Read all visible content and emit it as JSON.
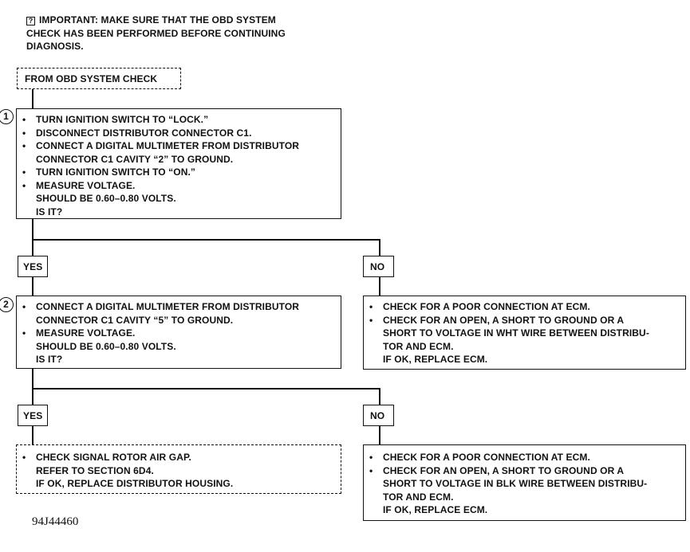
{
  "important": {
    "icon": "info-book-icon",
    "label": "IMPORTANT:",
    "line1": "MAKE SURE THAT THE OBD SYSTEM",
    "line2": "CHECK HAS BEEN PERFORMED BEFORE CONTINUING",
    "line3": "DIAGNOSIS."
  },
  "start_box": "FROM OBD SYSTEM CHECK",
  "step1": {
    "number": "1",
    "items": [
      "TURN IGNITION SWITCH TO “LOCK.”",
      "DISCONNECT DISTRIBUTOR CONNECTOR C1.",
      "CONNECT A DIGITAL MULTIMETER FROM DISTRIBUTOR",
      "TURN IGNITION SWITCH TO “ON.”",
      "MEASURE VOLTAGE."
    ],
    "item3_cont": "CONNECTOR C1 CAVITY “2” TO GROUND.",
    "value": "SHOULD BE 0.60–0.80 VOLTS.",
    "question": "IS IT?"
  },
  "yes1": "YES",
  "no1": "NO",
  "step2": {
    "number": "2",
    "item1": "CONNECT A DIGITAL MULTIMETER FROM DISTRIBUTOR",
    "item1_cont": "CONNECTOR C1 CAVITY “5” TO GROUND.",
    "item2": "MEASURE VOLTAGE.",
    "value": "SHOULD BE 0.60–0.80 VOLTS.",
    "question": "IS IT?"
  },
  "no1_result": {
    "item1": "CHECK FOR A POOR CONNECTION AT ECM.",
    "item2": "CHECK FOR AN OPEN, A SHORT TO GROUND OR A",
    "item2_cont1": "SHORT TO VOLTAGE IN WHT WIRE BETWEEN DISTRIBU-",
    "item2_cont2": "TOR AND ECM.",
    "final": "IF OK, REPLACE ECM."
  },
  "yes2": "YES",
  "no2": "NO",
  "yes2_result": {
    "item1": "CHECK SIGNAL ROTOR AIR GAP.",
    "line2": "REFER TO SECTION 6D4.",
    "line3": "IF OK, REPLACE DISTRIBUTOR HOUSING."
  },
  "no2_result": {
    "item1": "CHECK FOR A POOR CONNECTION AT ECM.",
    "item2": "CHECK FOR AN OPEN, A SHORT TO GROUND OR A",
    "item2_cont1": "SHORT TO VOLTAGE IN BLK WIRE BETWEEN DISTRIBU-",
    "item2_cont2": "TOR AND ECM.",
    "final": "IF OK, REPLACE ECM."
  },
  "figure_id": "94J44460"
}
